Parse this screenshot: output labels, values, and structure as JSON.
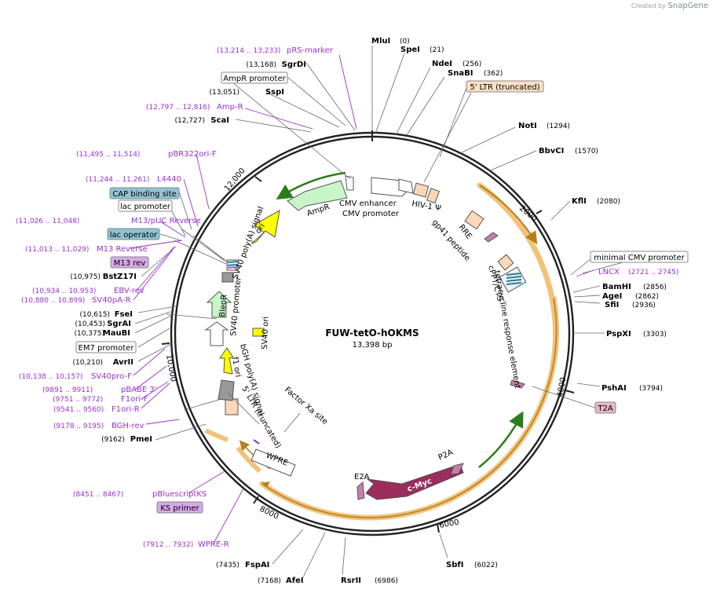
{
  "credit": {
    "prefix": "Created by",
    "brand": "SnapGene"
  },
  "plasmid": {
    "name": "FUW-tetO-hOKMS",
    "size": "13,398 bp"
  },
  "ticks": [
    "12,000",
    "2000",
    "4000",
    "6000",
    "8000",
    "10,000"
  ],
  "sites_right": [
    {
      "name": "MluI",
      "pos": "(0)"
    },
    {
      "name": "SpeI",
      "pos": "(21)"
    },
    {
      "name": "NdeI",
      "pos": "(256)"
    },
    {
      "name": "SnaBI",
      "pos": "(362)"
    },
    {
      "name": "NotI",
      "pos": "(1294)"
    },
    {
      "name": "BbvCI",
      "pos": "(1570)"
    },
    {
      "name": "KflI",
      "pos": "(2080)"
    },
    {
      "name": "BamHI",
      "pos": "(2856)"
    },
    {
      "name": "AgeI",
      "pos": "(2862)"
    },
    {
      "name": "SfiI",
      "pos": "(2936)"
    },
    {
      "name": "PspXI",
      "pos": "(3303)"
    },
    {
      "name": "PshAI",
      "pos": "(3794)"
    },
    {
      "name": "SbfI",
      "pos": "(6022)"
    }
  ],
  "sites_bottom": [
    {
      "name": "RsrII",
      "pos": "(6986)"
    },
    {
      "name": "AfeI",
      "pos": "(7168)"
    },
    {
      "name": "FspAI",
      "pos": "(7435)"
    }
  ],
  "sites_left": [
    {
      "name": "SgrDI",
      "pos": "(13,168)"
    },
    {
      "name": "SspI",
      "pos": "(13,051)"
    },
    {
      "name": "ScaI",
      "pos": "(12,727)"
    },
    {
      "name": "BstZ17I",
      "pos": "(10,975)"
    },
    {
      "name": "FseI",
      "pos": "(10,615)"
    },
    {
      "name": "SgrAI",
      "pos": "(10,453)"
    },
    {
      "name": "MauBI",
      "pos": "(10,375)"
    },
    {
      "name": "AvrII",
      "pos": "(10,210)"
    },
    {
      "name": "PmeI",
      "pos": "(9162)"
    }
  ],
  "primers": [
    {
      "range": "(13,214 .. 13,233)",
      "name": "pRS-marker"
    },
    {
      "range": "(12,797 .. 12,816)",
      "name": "Amp-R"
    },
    {
      "range": "(11,495 .. 11,514)",
      "name": "pBR322ori-F"
    },
    {
      "range": "(11,244 .. 11,261)",
      "name": "L4440"
    },
    {
      "range": "(11,026 .. 11,048)",
      "name": "M13/pUC Reverse"
    },
    {
      "range": "(11,013 .. 11,029)",
      "name": "M13 Reverse"
    },
    {
      "range": "(10,934 .. 10,953)",
      "name": "EBV-rev"
    },
    {
      "range": "(10,880 .. 10,899)",
      "name": "SV40pA-R"
    },
    {
      "range": "(10,138 .. 10,157)",
      "name": "SV40pro-F"
    },
    {
      "range": "(9891 .. 9911)",
      "name": "pBABE 3'"
    },
    {
      "range": "(9751 .. 9772)",
      "name": "F1ori-F"
    },
    {
      "range": "(9541 .. 9560)",
      "name": "F1ori-R"
    },
    {
      "range": "(9178 .. 9195)",
      "name": "BGH-rev"
    },
    {
      "range": "(8451 .. 8467)",
      "name": "pBluescriptKS"
    },
    {
      "range": "(7912 .. 7932)",
      "name": "WPRE-R"
    },
    {
      "range": "(2721 .. 2745)",
      "name": "LNCX"
    }
  ],
  "boxed": {
    "ampr_promoter": "AmpR promoter",
    "ltr_trunc": "5' LTR (truncated)",
    "cap_binding": "CAP binding site",
    "lac_promoter": "lac promoter",
    "lac_operator": "lac operator",
    "m13rev": "M13 rev",
    "em7": "EM7 promoter",
    "ks_primer": "KS primer",
    "min_cmv": "minimal CMV promoter",
    "t2a": "T2A"
  },
  "features": {
    "cmv_enhancer": "CMV enhancer",
    "cmv_promoter": "CMV promoter",
    "hiv_psi": "HIV-1 Ψ",
    "rre": "RRE",
    "gp41": "gp41 peptide",
    "cppt": "cPPT/CTS",
    "tre": "tetracycline response element",
    "cmyc": "c-Myc",
    "p2a": "P2A",
    "e2a": "E2A",
    "factor_xa": "Factor Xa site",
    "wpre": "WPRE",
    "ltr5": "5' LTR (truncated)",
    "bgh": "bGH poly(A) signal",
    "f1": "f1 ori",
    "bleor": "BleoR",
    "sv40_promoter": "SV40 promoter",
    "sv40_polya": "SV40 poly(A) signal",
    "sv40_ori": "SV40 ori",
    "ori": "ori",
    "ampr": "AmpR"
  },
  "colors": {
    "enzyme": "#000000",
    "primer": "#9b30d0",
    "ring": "#222222",
    "orf_highlight": "#f2c27a",
    "orf_arrow": "#b5801c",
    "cmyc": "#9b2d5c",
    "ampr": "#c8f5c8",
    "ori": "#ffff00",
    "ltr": "#fbd8b8",
    "cap_fill": "#8fc3d3",
    "m13_fill": "#d8a8e8",
    "t2a_fill": "#e6b8c6",
    "ltr_box_fill": "#fde0c4"
  }
}
